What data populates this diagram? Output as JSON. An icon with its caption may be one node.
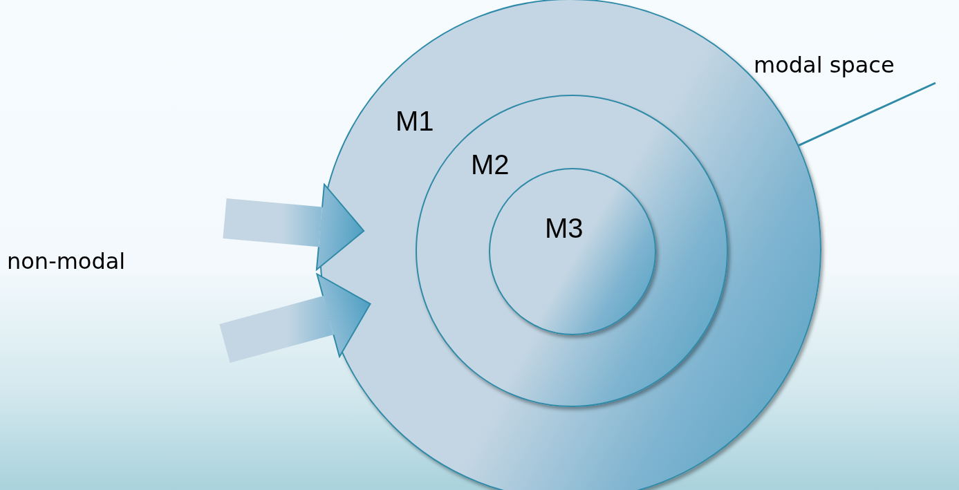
{
  "diagram": {
    "nodes": [
      {
        "text": [
          "M1"
        ]
      },
      {
        "text": [
          "M2"
        ],
        "in": 0
      },
      {
        "text": [
          "M3"
        ],
        "in": 1
      },
      {
        "text": [
          "modal space"
        ]
      }
    ],
    "edges": [
      {
        "from": 3,
        "to": 0,
        "arrow": "none"
      },
      {
        "from": null,
        "to": 0,
        "arrow": "to"
      },
      {
        "from": null,
        "to": 0,
        "arrow": "to"
      }
    ],
    "labels": [
      "non-modal"
    ]
  }
}
